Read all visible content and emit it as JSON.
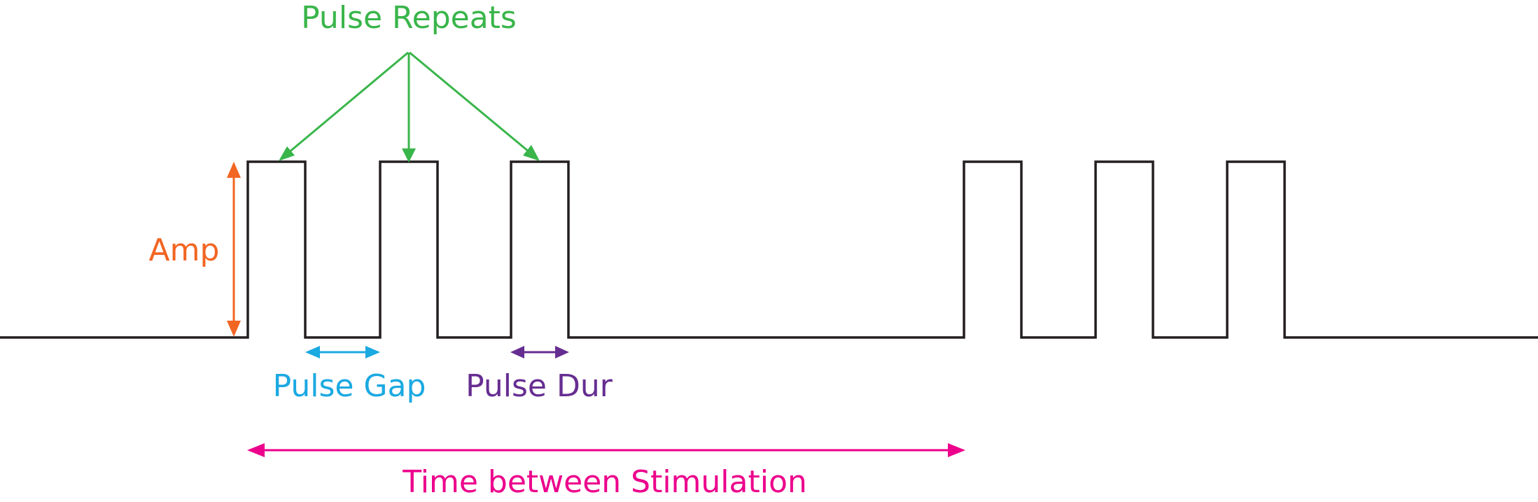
{
  "labels": {
    "pulse_repeats": "Pulse Repeats",
    "amp": "Amp",
    "pulse_gap": "Pulse Gap",
    "pulse_dur": "Pulse Dur",
    "time_between_stimulation": "Time between Stimulation"
  },
  "colors": {
    "waveform": "#231f20",
    "pulse_repeats": "#39b54a",
    "amp": "#f26522",
    "pulse_gap": "#1ba9e1",
    "pulse_dur": "#662d91",
    "time_between_stimulation": "#ec008c"
  }
}
